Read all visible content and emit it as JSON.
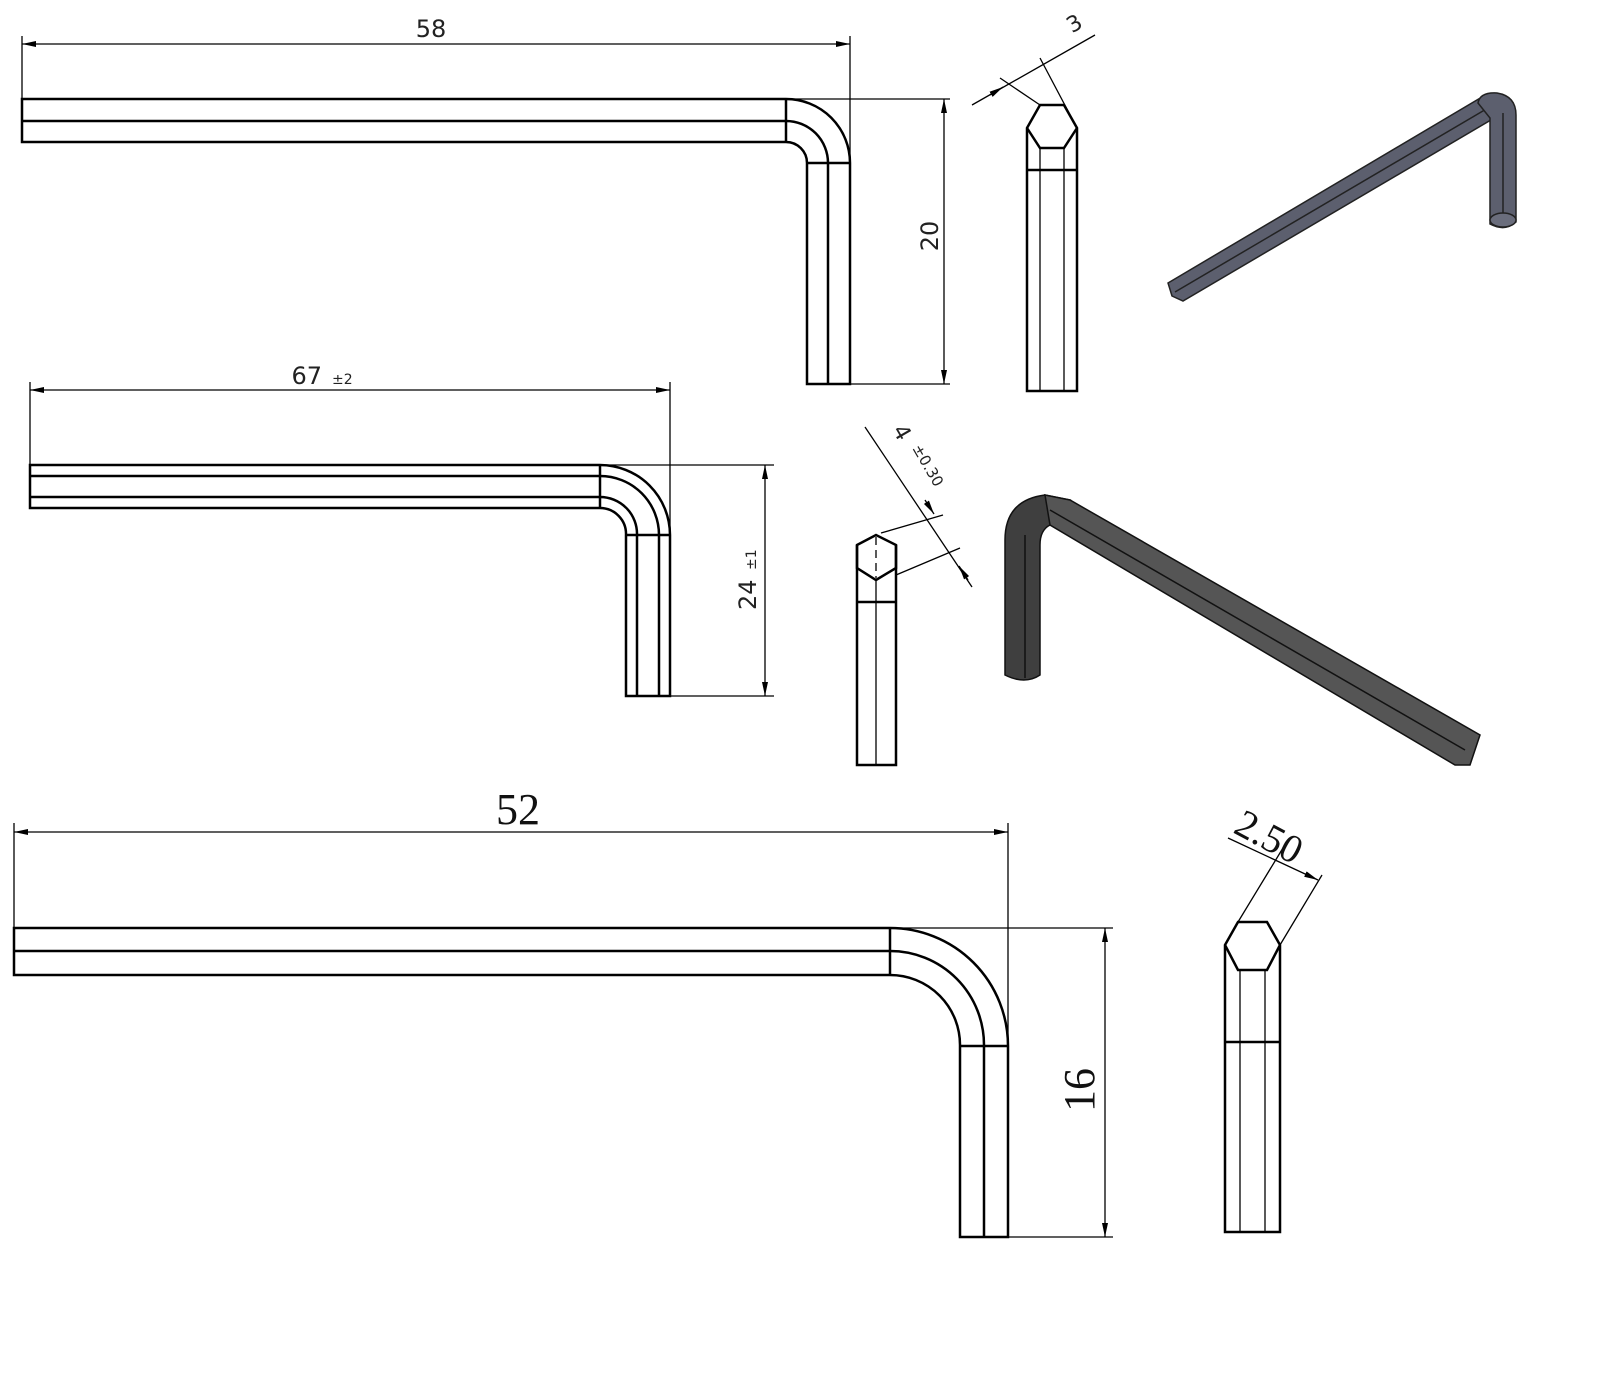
{
  "views": {
    "wrench_a": {
      "length": "58",
      "height": "20",
      "hex_size": "3"
    },
    "wrench_b": {
      "length": "67",
      "length_tol": "±2",
      "height": "24",
      "height_tol": "±1",
      "hex_size": "4",
      "hex_tol": "±0.30"
    },
    "wrench_c": {
      "length": "52",
      "height": "16",
      "hex_size": "2.50"
    }
  },
  "colors": {
    "render_a": "#5c5f6e",
    "render_b": "#4a4a4a"
  }
}
